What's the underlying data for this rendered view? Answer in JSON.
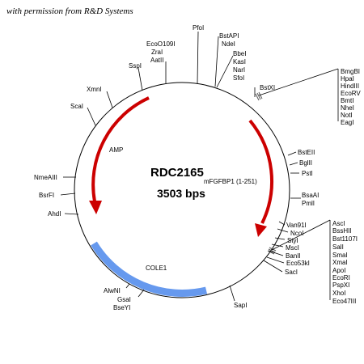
{
  "credit": "with permission from R&D Systems",
  "plasmid": {
    "name": "RDC2165",
    "size": "3503 bps",
    "colors": {
      "ring": "#000000",
      "arrow": "#cc0000",
      "ori": "#6699ee"
    }
  },
  "features": {
    "amp": "AMP",
    "insert": "mFGFBP1 (1-251)",
    "ori": "COLE1"
  },
  "sites": {
    "PfoI": "PfoI",
    "EcoO109I": "EcoO109I",
    "ZraI": "ZraI",
    "AatII": "AatII",
    "SspI": "SspI",
    "XmnI": "XmnI",
    "ScaI": "ScaI",
    "NmeAIII": "NmeAIII",
    "BsrFI": "BsrFI",
    "AhdI": "AhdI",
    "AlwNI": "AlwNI",
    "GsaI": "GsaI",
    "BseYI": "BseYI",
    "SapI": "SapI",
    "BstAPI": "BstAPI",
    "NdeI": "NdeI",
    "BbeI": "BbeI",
    "KasI": "KasI",
    "NarI": "NarI",
    "SfoI": "SfoI",
    "BstXI": "BstXI",
    "BstEII": "BstEII",
    "BglII": "BglII",
    "PstI": "PstI",
    "BsaAI": "BsaAI",
    "PmlI": "PmlI",
    "Van91I": "Van91I",
    "NcoI": "NcoI",
    "StyI": "StyI",
    "MscI": "MscI",
    "BanII": "BanII",
    "Eco53kI": "Eco53kI",
    "SacI": "SacI"
  },
  "mcs_top": [
    "BmgBI",
    "HpaI",
    "HindIII",
    "EcoRV",
    "BmtI",
    "NheI",
    "NotI",
    "EagI"
  ],
  "mcs_bottom": [
    "AscI",
    "BssHII",
    "Bst1107I",
    "SalI",
    "SmaI",
    "XmaI",
    "ApoI",
    "EcoRI",
    "PspXI",
    "XhoI",
    "Eco47III"
  ]
}
